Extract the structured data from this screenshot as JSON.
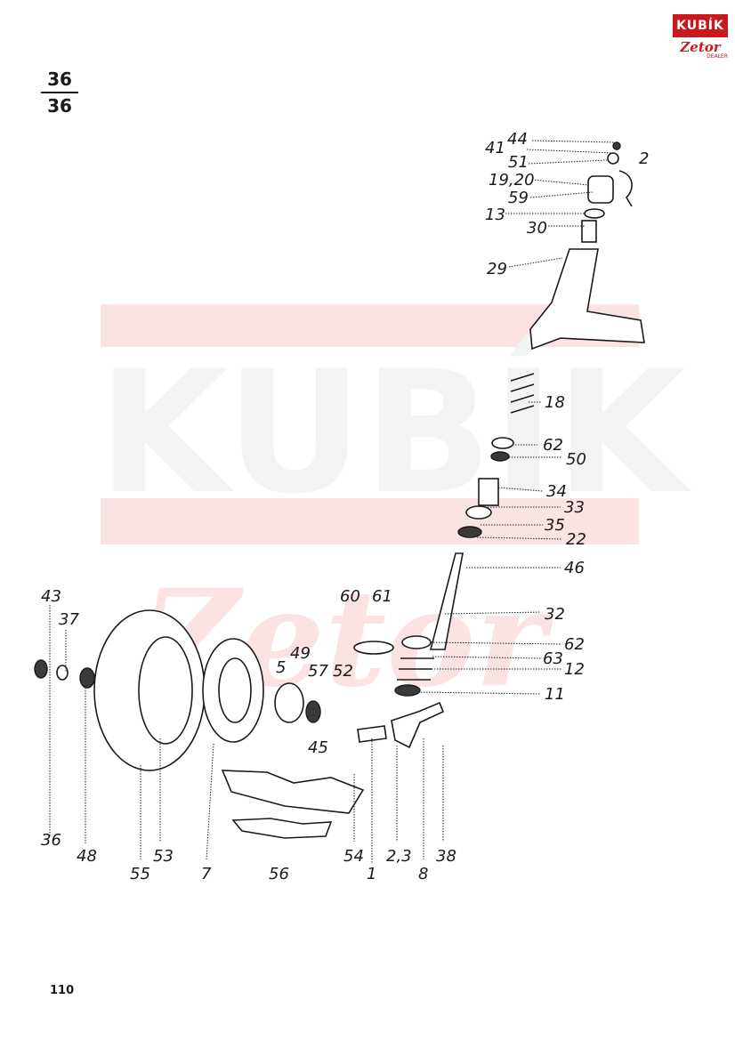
{
  "page": {
    "fraction_top": "36",
    "fraction_bottom": "36",
    "number": "110"
  },
  "brand": {
    "top": "KUBÍK",
    "bottom": "Zetor",
    "sub": "DEALER",
    "color": "#c8191e"
  },
  "watermark": {
    "text": "KUBÍK",
    "script": "Zetor"
  },
  "callouts": [
    "44",
    "41",
    "2",
    "51",
    "19,20",
    "59",
    "13",
    "30",
    "29",
    "18",
    "62",
    "50",
    "34",
    "33",
    "35",
    "22",
    "46",
    "32",
    "62",
    "63",
    "12",
    "11",
    "60",
    "61",
    "43",
    "37",
    "49",
    "57",
    "52",
    "5",
    "45",
    "36",
    "48",
    "55",
    "53",
    "7",
    "56",
    "54",
    "1",
    "2,3",
    "8",
    "38"
  ]
}
